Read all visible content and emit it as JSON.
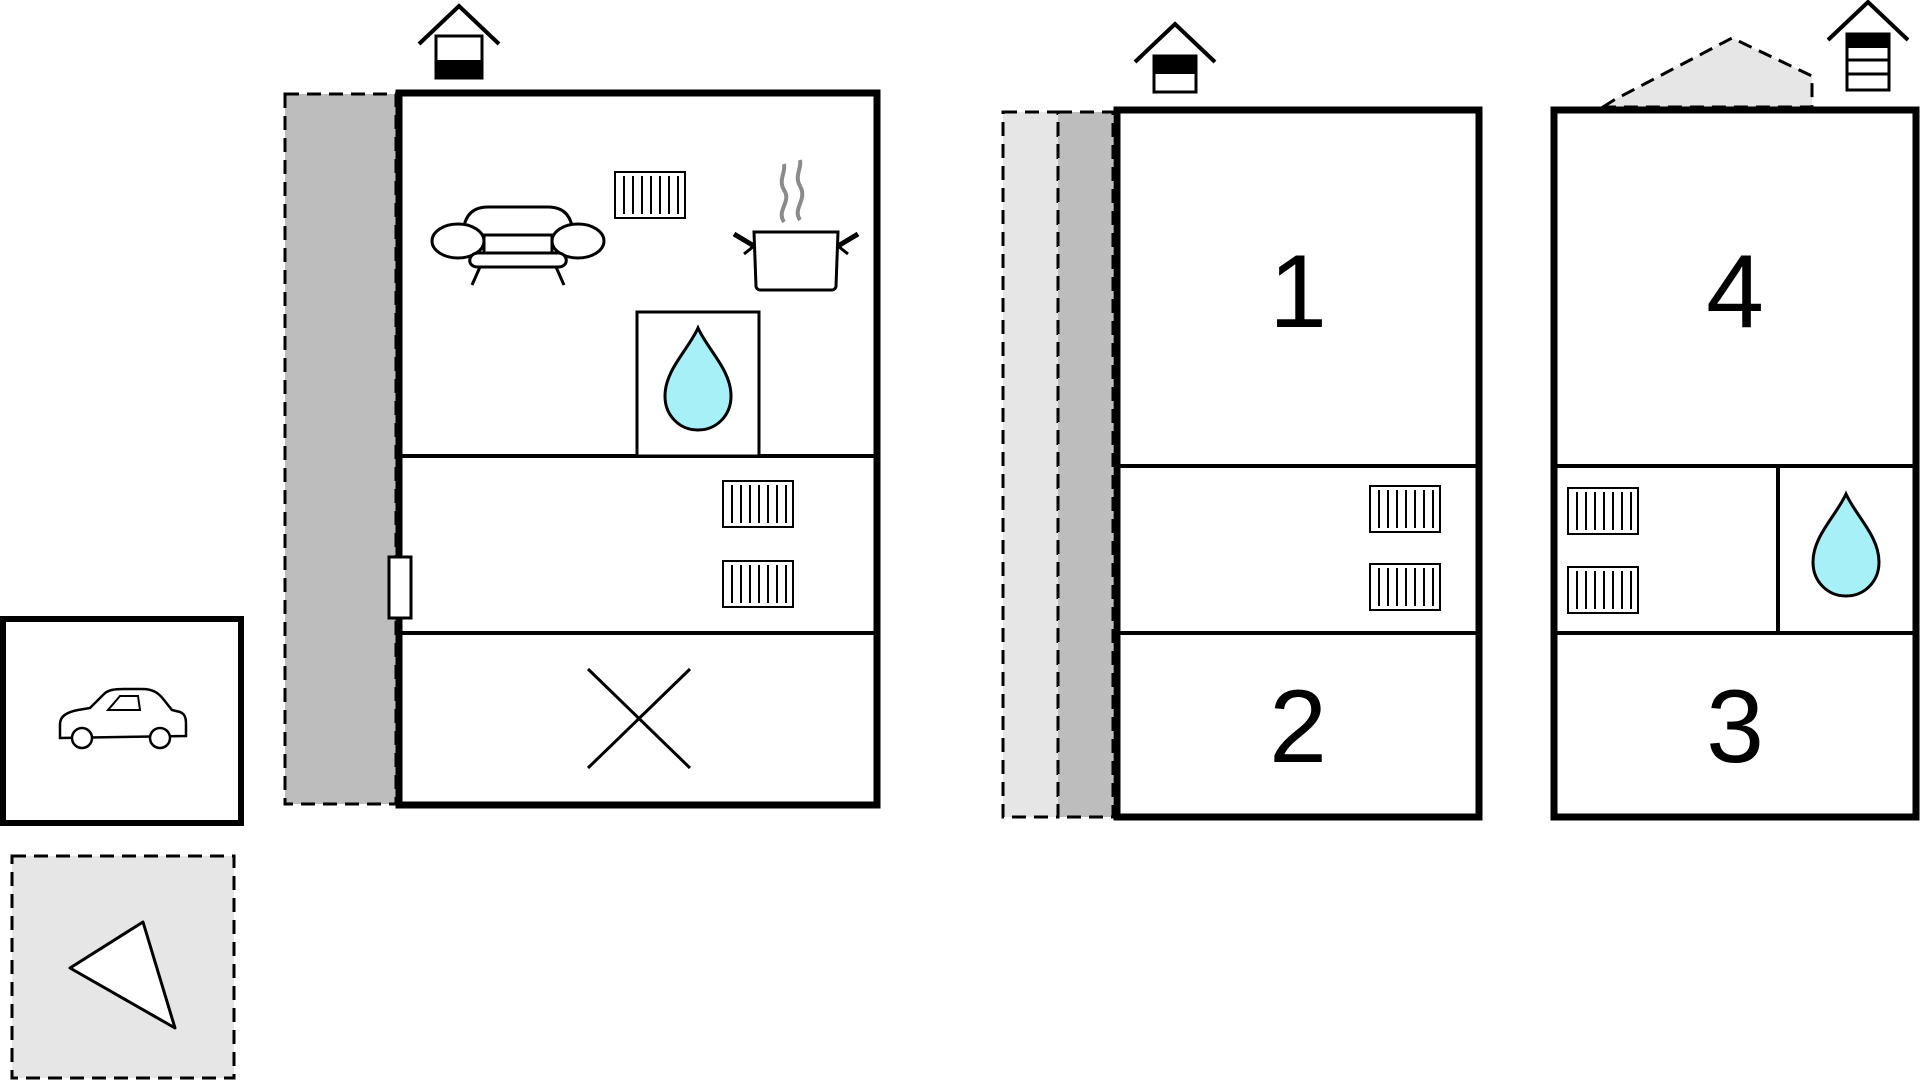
{
  "colors": {
    "wall": "#000000",
    "terrace_dark": "#bdbdbd",
    "terrace_light": "#e6e6e6",
    "water_drop": "#a8f0f8",
    "background": "#ffffff",
    "steam": "#8a8a8a"
  },
  "garage": {
    "icon": "car-icon"
  },
  "terrace_outdoor": {
    "icon": "sunshade-icon"
  },
  "ground_floor": {
    "floor_indicator_icon": "house-floor-ground-icon",
    "living_room": {
      "icons": [
        "sofa-icon",
        "radiator-icon",
        "cooking-pot-icon"
      ]
    },
    "bathroom": {
      "icon": "water-drop-icon"
    },
    "hallway": {
      "icons": [
        "radiator-icon",
        "radiator-icon"
      ],
      "door_icon": "door-icon"
    },
    "utility_room": {
      "icon": "cross-mark-icon"
    }
  },
  "first_floor": {
    "floor_indicator_icon": "house-floor-first-icon",
    "bedroom_1": {
      "label": "1"
    },
    "hallway": {
      "icons": [
        "radiator-icon",
        "radiator-icon"
      ]
    },
    "bedroom_2": {
      "label": "2"
    }
  },
  "second_floor": {
    "floor_indicator_icon": "house-floor-second-icon",
    "bedroom_4": {
      "label": "4"
    },
    "hallway": {
      "icons": [
        "radiator-icon",
        "radiator-icon"
      ]
    },
    "bathroom": {
      "icon": "water-drop-icon"
    },
    "bedroom_3": {
      "label": "3"
    }
  }
}
